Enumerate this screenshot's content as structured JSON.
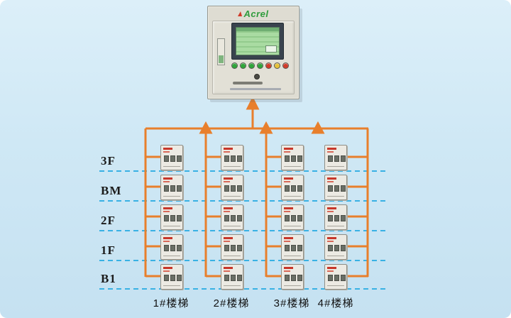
{
  "diagram": {
    "background": "#cfe8f5",
    "bus_color": "#e87f2c",
    "floor_line_color": "#39b1e4"
  },
  "cabinet": {
    "brand": "Acrel",
    "indicator_leds": [
      "#2fa63a",
      "#2fa63a",
      "#2fa63a",
      "#2fa63a",
      "#d23b2a",
      "#e6c23a",
      "#d23b2a"
    ]
  },
  "floors": [
    {
      "label": "3F"
    },
    {
      "label": "BM"
    },
    {
      "label": "2F"
    },
    {
      "label": "1F"
    },
    {
      "label": "B1"
    }
  ],
  "columns": [
    {
      "label": "1#楼梯"
    },
    {
      "label": "2#楼梯"
    },
    {
      "label": "3#楼梯"
    },
    {
      "label": "4#楼梯"
    }
  ],
  "grid": {
    "rows": 5,
    "cols": 4
  }
}
